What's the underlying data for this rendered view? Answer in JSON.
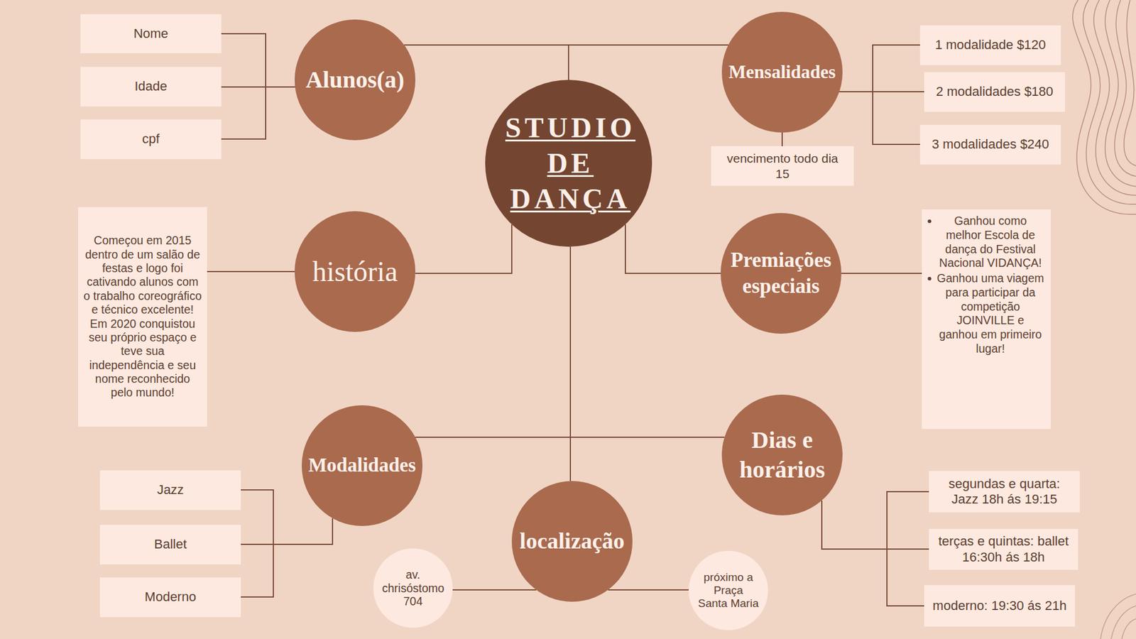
{
  "diagram": {
    "nodes": [
      {
        "text": [
          "Nome"
        ]
      },
      {
        "text": [
          "Alunos(a)"
        ]
      },
      {
        "text": [
          "Mensalidades"
        ]
      },
      {
        "text": [
          "1 modalidade $120"
        ]
      },
      {
        "text": [
          "Idade"
        ]
      },
      {
        "text": [
          "2 modalidades $180"
        ]
      },
      {
        "text": [
          "cpf"
        ]
      },
      {
        "text": [
          "3 modalidades $240"
        ]
      },
      {
        "text": [
          "STUDIO DE DANÇA"
        ]
      },
      {
        "text": [
          "vencimento todo dia 15"
        ]
      },
      {
        "text": [
          "Começou em 2015 dentro de um salão de festas e logo foi cativando alunos com o trabalho coreográfico e técnico excelente! Em 2020 conquistou seu próprio espaço e teve sua independência e seu nome reconhecido pelo mundo!"
        ]
      },
      {
        "text": [
          "história"
        ]
      },
      {
        "text": [
          "Premiações especiais"
        ]
      },
      {
        "text": [
          "Ganhou como melhor Escola de dança do Festival Nacional VIDANÇA!",
          "Ganhou uma viagem para participar da competição JOINVILLE e ganhou em primeiro lugar!"
        ]
      },
      {
        "text": [
          "Dias e horários"
        ]
      },
      {
        "text": [
          "Modalidades"
        ]
      },
      {
        "text": [
          "segundas e quarta: Jazz 18h ás 19:15"
        ]
      },
      {
        "text": [
          "Jazz"
        ]
      },
      {
        "text": [
          "localização"
        ]
      },
      {
        "text": [
          "terças e quintas: ballet 16:30h ás 18h"
        ]
      },
      {
        "text": [
          "Ballet"
        ]
      },
      {
        "text": [
          "av. chrisóstomo 704"
        ]
      },
      {
        "text": [
          "próximo a Praça Santa Maria"
        ]
      },
      {
        "text": [
          "Moderno"
        ]
      },
      {
        "text": [
          "moderno: 19:30 ás 21h"
        ]
      }
    ],
    "edges": [
      {
        "from": 8,
        "to": 1,
        "arrow": "none"
      },
      {
        "from": 8,
        "to": 2,
        "arrow": "none"
      },
      {
        "from": 1,
        "to": 0,
        "arrow": "none"
      },
      {
        "from": 1,
        "to": 4,
        "arrow": "none"
      },
      {
        "from": 1,
        "to": 6,
        "arrow": "none"
      },
      {
        "from": 2,
        "to": 3,
        "arrow": "none"
      },
      {
        "from": 2,
        "to": 5,
        "arrow": "none"
      },
      {
        "from": 2,
        "to": 7,
        "arrow": "none"
      },
      {
        "from": 2,
        "to": 9,
        "arrow": "none"
      },
      {
        "from": 8,
        "to": 11,
        "arrow": "none"
      },
      {
        "from": 11,
        "to": 10,
        "arrow": "none"
      },
      {
        "from": 8,
        "to": 12,
        "arrow": "none"
      },
      {
        "from": 12,
        "to": 13,
        "arrow": "none"
      },
      {
        "from": 8,
        "to": 15,
        "arrow": "none"
      },
      {
        "from": 8,
        "to": 14,
        "arrow": "none"
      },
      {
        "from": 8,
        "to": 18,
        "arrow": "none"
      },
      {
        "from": 15,
        "to": 17,
        "arrow": "none"
      },
      {
        "from": 15,
        "to": 20,
        "arrow": "none"
      },
      {
        "from": 15,
        "to": 23,
        "arrow": "none"
      },
      {
        "from": 14,
        "to": 16,
        "arrow": "none"
      },
      {
        "from": 14,
        "to": 19,
        "arrow": "none"
      },
      {
        "from": 14,
        "to": 24,
        "arrow": "none"
      },
      {
        "from": 18,
        "to": 21,
        "arrow": "none"
      },
      {
        "from": 18,
        "to": 22,
        "arrow": "none"
      }
    ]
  }
}
